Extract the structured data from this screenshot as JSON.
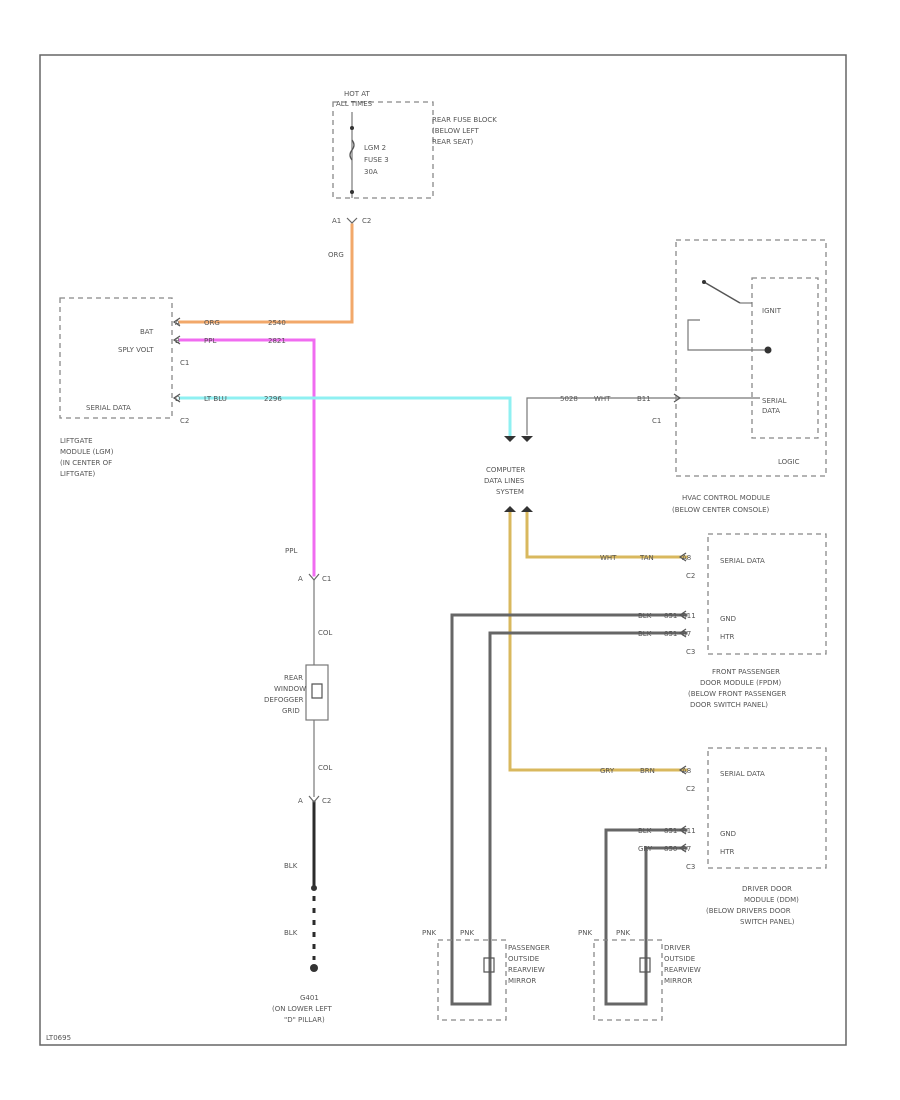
{
  "colors": {
    "orange": "#f2a86a",
    "pink": "#f06cf0",
    "cyan": "#8ff0f2",
    "tan": "#d9b85e",
    "gray": "#666666",
    "black": "#2b2b2b"
  },
  "fuse": {
    "hot": "HOT AT",
    "all_times": "ALL TIMES",
    "block": "REAR FUSE BLOCK",
    "loc1": "(BELOW LEFT",
    "loc2": "REAR SEAT)",
    "name1": "LGM 2",
    "name2": "FUSE 3",
    "amps": "30A",
    "pin": "A1",
    "conn": "C2"
  },
  "wires": {
    "org": "ORG",
    "org2": "ORG",
    "org_circ": "2540",
    "ppl": "PPL",
    "ppl_circ": "2821",
    "ppl2": "PPL",
    "ltblu": "LT BLU",
    "ltblu_circ": "2296",
    "wht": "WHT",
    "wht_circ": "5028",
    "tan": "TAN",
    "tan_wht": "WHT",
    "blk": "BLK",
    "blk_circ": "851",
    "blk2": "BLK",
    "blk2_circ": "851",
    "gry_brn": "BRN",
    "gry_brn_circ": "GRY",
    "blk3": "BLK",
    "blk3_circ": "851",
    "blk4": "GRY",
    "blk4_circ": "850",
    "col": "COL",
    "col2": "COL",
    "blk5": "BLK",
    "blk6": "BLK",
    "pnk": "PNK",
    "pnk2": "PNK",
    "pnk3": "PNK",
    "pnk4": "PNK"
  },
  "liftgate": {
    "bat": "BAT",
    "splyvolt": "SPLY VOLT",
    "c1": "C1",
    "c2": "C2",
    "serial": "SERIAL DATA",
    "title1": "LIFTGATE",
    "title2": "MODULE (LGM)",
    "title3": "(IN CENTER OF",
    "title4": "LIFTGATE)",
    "pin_a": "A",
    "pin_b": "B",
    "pin_d": "D"
  },
  "hvac": {
    "pin": "B11",
    "conn": "C1",
    "ignition": "IGNIT",
    "serial1": "SERIAL",
    "serial2": "DATA",
    "logic": "LOGIC",
    "title1": "HVAC CONTROL MODULE",
    "title2": "(BELOW CENTER CONSOLE)"
  },
  "cdls": {
    "l1": "COMPUTER",
    "l2": "DATA LINES",
    "l3": "SYSTEM"
  },
  "fpdm": {
    "serial": "SERIAL DATA",
    "conn": "C2",
    "gnd": "GND",
    "htr": "HTR",
    "conn3": "C3",
    "pin1": "A8",
    "pin2": "B11",
    "pin3": "B7",
    "title1": "FRONT PASSENGER",
    "title2": "DOOR MODULE (FPDM)",
    "title3": "(BELOW FRONT PASSENGER",
    "title4": "DOOR SWITCH PANEL)"
  },
  "ddm": {
    "serial": "SERIAL DATA",
    "conn": "C2",
    "gnd": "GND",
    "htr": "HTR",
    "conn3": "C3",
    "pin1": "A8",
    "pin2": "B11",
    "pin3": "B7",
    "title1": "DRIVER DOOR",
    "title2": "MODULE (DDM)",
    "title3": "(BELOW DRIVERS DOOR",
    "title4": "SWITCH PANEL)"
  },
  "defog": {
    "pin": "A",
    "conn": "C1",
    "pin2": "A",
    "conn2": "C2",
    "l1": "REAR",
    "l2": "WINDOW",
    "l3": "DEFOGGER",
    "l4": "GRID"
  },
  "ground": {
    "l1": "G401",
    "l2": "(ON LOWER LEFT",
    "l3": "\"D\" PILLAR)"
  },
  "mirrors": {
    "p1": "PASSENGER",
    "p2": "OUTSIDE",
    "p3": "REARVIEW",
    "p4": "MIRROR",
    "d1": "DRIVER",
    "d2": "OUTSIDE",
    "d3": "REARVIEW",
    "d4": "MIRROR"
  },
  "footer": {
    "code": "LT0695"
  }
}
